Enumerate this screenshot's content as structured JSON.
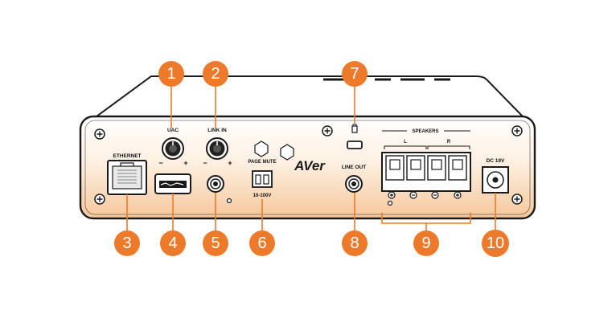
{
  "device": {
    "brand_logo": "AVer",
    "labels": {
      "ethernet": "ETHERNET",
      "uac": "UAC",
      "link_in": "LINK IN",
      "page_mute": "PAGE MUTE",
      "page_mute_range": "10-100V",
      "line_out": "LINE OUT",
      "speakers": "SPEAKERS",
      "speaker_left": "L",
      "speaker_right": "R",
      "dc": "DC 19V",
      "knob_minus": "−",
      "knob_plus": "+"
    }
  },
  "callouts": [
    {
      "number": "1"
    },
    {
      "number": "2"
    },
    {
      "number": "3"
    },
    {
      "number": "4"
    },
    {
      "number": "5"
    },
    {
      "number": "6"
    },
    {
      "number": "7"
    },
    {
      "number": "8"
    },
    {
      "number": "9"
    },
    {
      "number": "10"
    }
  ],
  "colors": {
    "callout_fill": "#ec7a2a",
    "callout_line": "#ec7a2a",
    "panel_gradient_top": "#ffffff",
    "panel_gradient_bottom": "#f6cfa6",
    "outline": "#1a1a1a"
  }
}
